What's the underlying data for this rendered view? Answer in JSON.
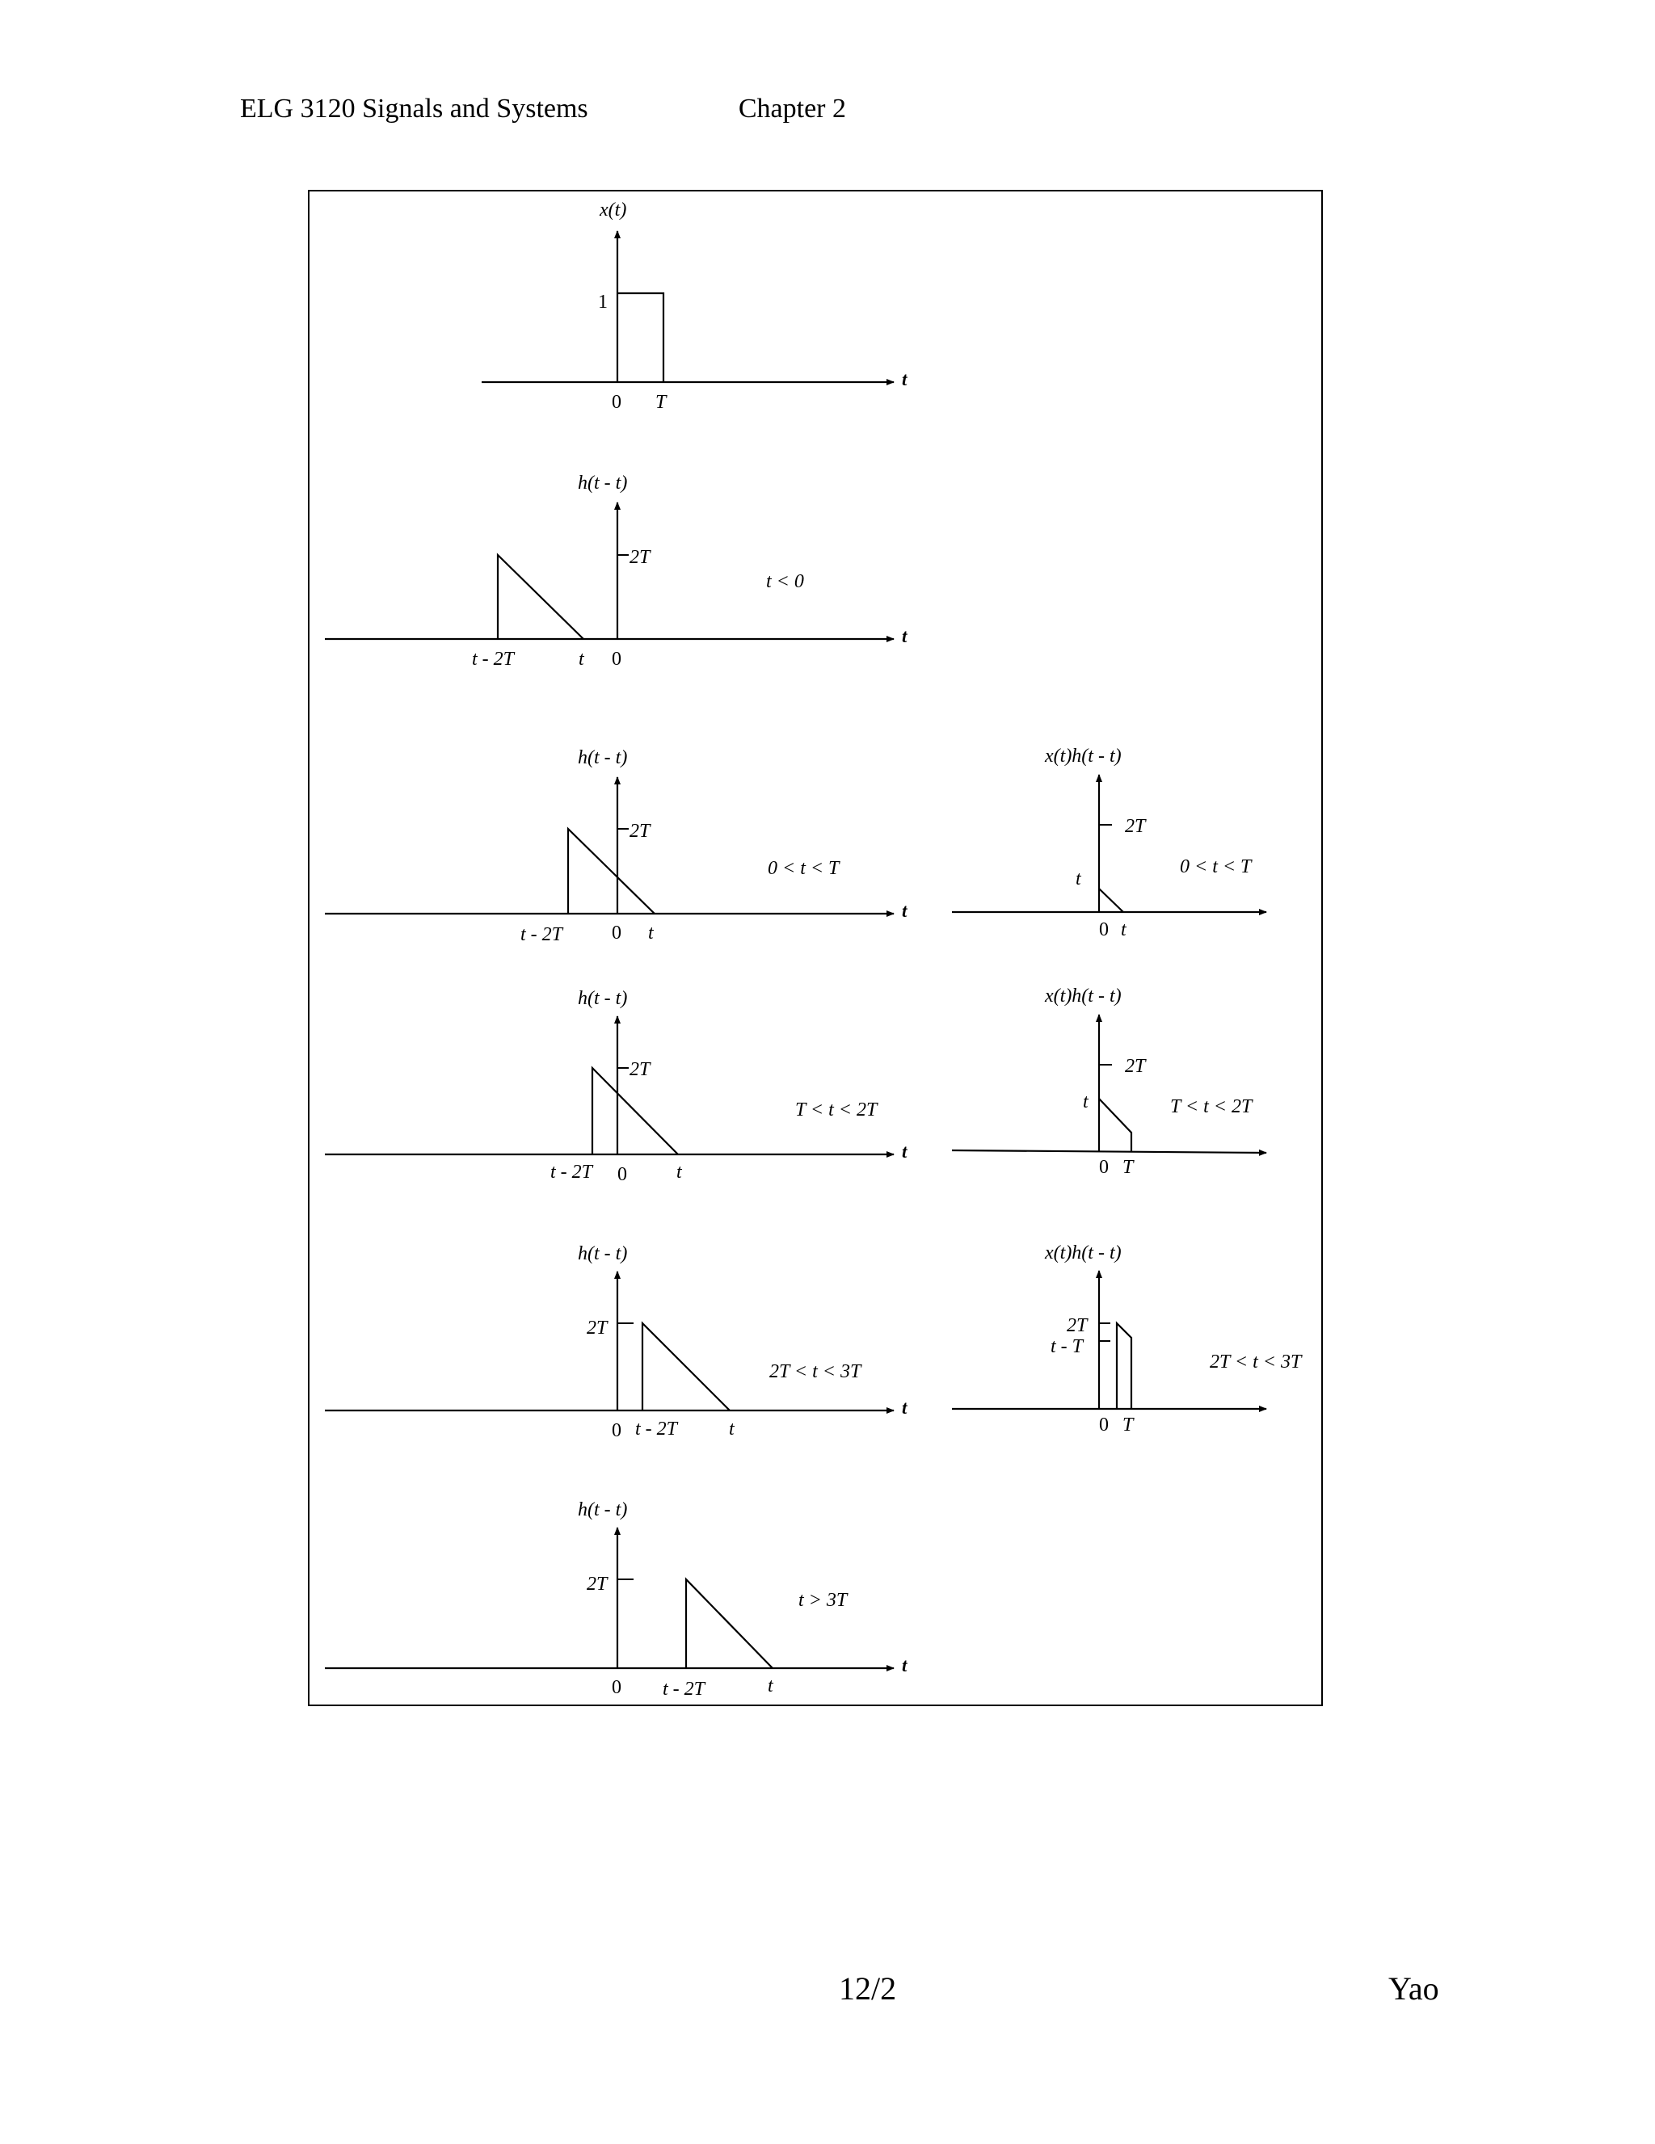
{
  "header": {
    "course": "ELG 3120 Signals and Systems",
    "chapter": "Chapter 2"
  },
  "footer": {
    "page": "12/2",
    "author": "Yao"
  },
  "figure": {
    "axis_var": "t",
    "plot1": {
      "ylabel": "x(t)",
      "level": "1",
      "ticks": [
        "0",
        "T"
      ]
    },
    "plot2": {
      "ylabel": "h(t - t)",
      "level": "2T",
      "ticks": [
        "t - 2T",
        "t",
        "0"
      ],
      "cond": "t < 0"
    },
    "plot3": {
      "ylabel": "h(t - t)",
      "level": "2T",
      "ticks": [
        "t - 2T",
        "0",
        "t"
      ],
      "cond": "0 < t < T"
    },
    "plot4": {
      "ylabel": "h(t - t)",
      "level": "2T",
      "ticks": [
        "t - 2T",
        "0",
        "t"
      ],
      "cond": "T < t < 2T"
    },
    "plot5": {
      "ylabel": "h(t - t)",
      "level": "2T",
      "ticks": [
        "0",
        "t - 2T",
        "t"
      ],
      "cond": "2T  < t < 3T"
    },
    "plot6": {
      "ylabel": "h(t - t)",
      "level": "2T",
      "ticks": [
        "0",
        "t - 2T",
        "t"
      ],
      "cond": "t > 3T"
    },
    "prod1": {
      "ylabel": "x(t)h(t - t)",
      "level": "2T",
      "side": "t",
      "ticks": [
        "0",
        "t"
      ],
      "cond": "0 < t < T"
    },
    "prod2": {
      "ylabel": "x(t)h(t - t)",
      "level": "2T",
      "side": "t",
      "ticks": [
        "0",
        "T"
      ],
      "cond": "T < t < 2T"
    },
    "prod3": {
      "ylabel": "x(t)h(t - t)",
      "level": "2T",
      "level2": "t - T",
      "ticks": [
        "0",
        "T"
      ],
      "cond": "2T < t < 3T"
    }
  }
}
